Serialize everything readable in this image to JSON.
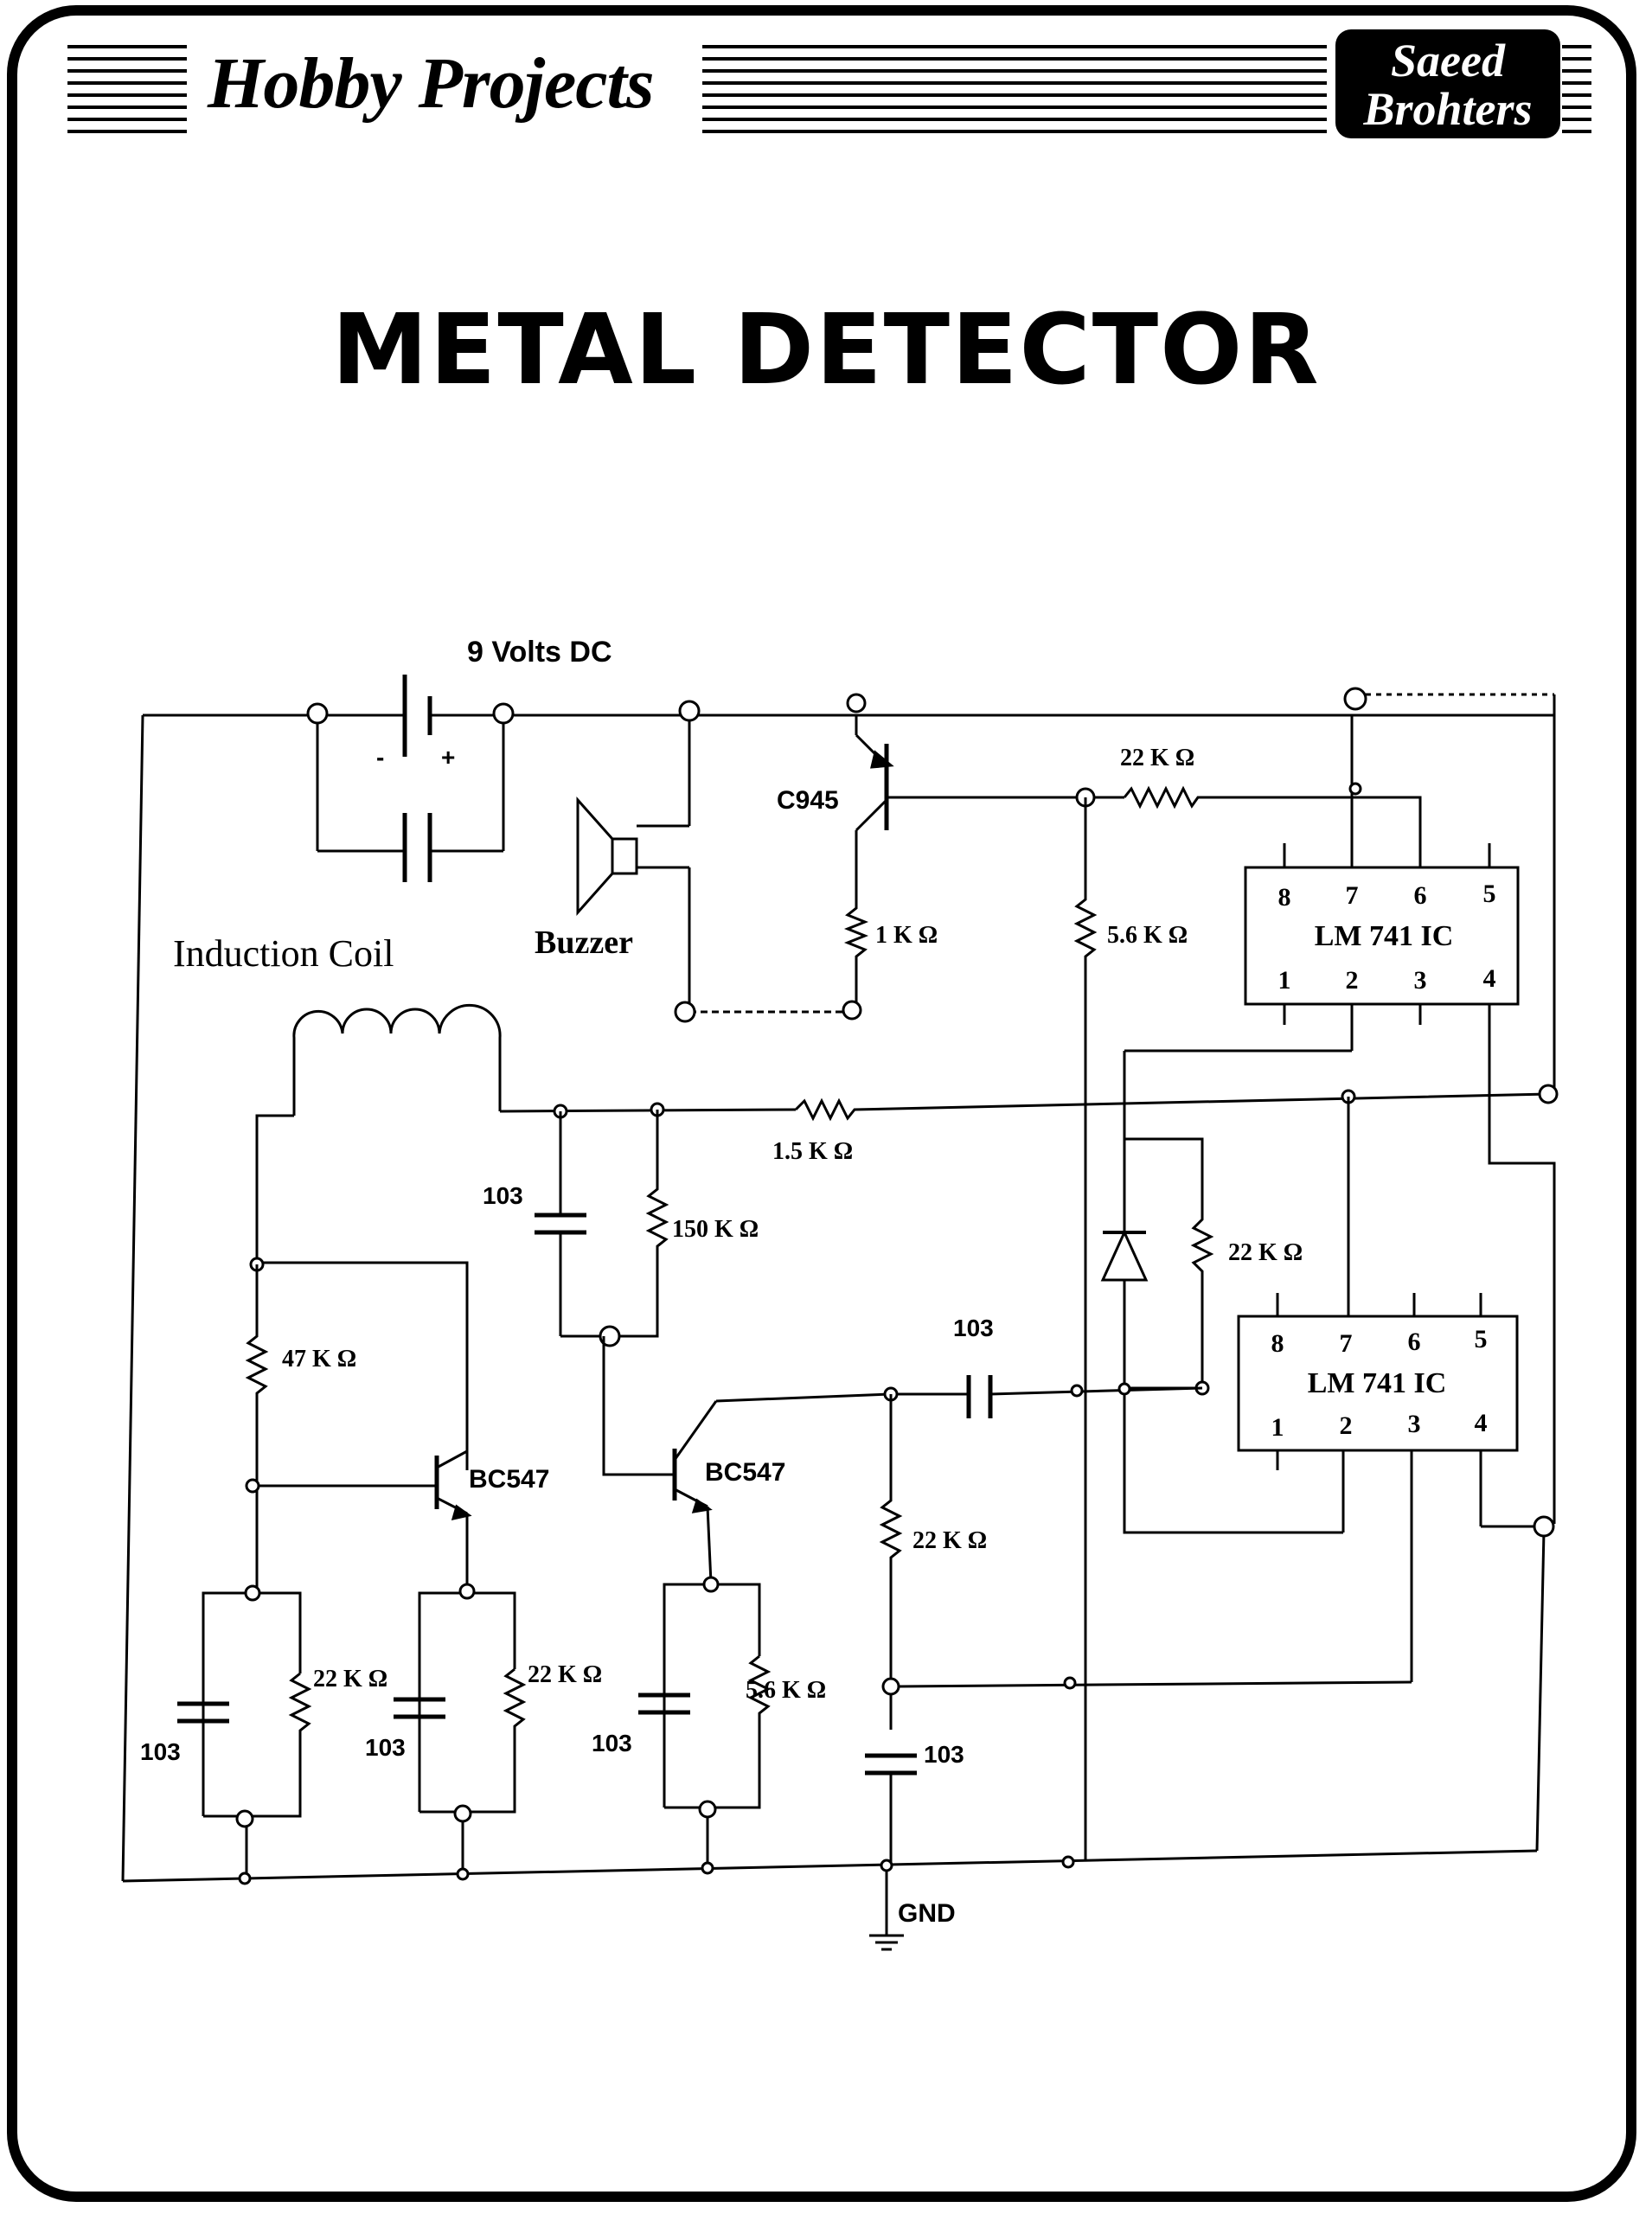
{
  "header": {
    "title": "Hobby Projects",
    "publisher_line1": "Saeed",
    "publisher_line2": "Brohters"
  },
  "main_title": "METAL DETECTOR",
  "circuit": {
    "supply_label": "9 Volts DC",
    "minus_sign": "-",
    "plus_sign": "+",
    "buzzer_label": "Buzzer",
    "coil_label": "Induction Coil",
    "transistor_c945": "C945",
    "transistor_bc547_1": "BC547",
    "transistor_bc547_2": "BC547",
    "r_1k": "1 K Ω",
    "r_5_6k_top": "5.6 K Ω",
    "r_22k_top": "22 K Ω",
    "r_1_5k": "1.5 K Ω",
    "r_150k": "150 K Ω",
    "r_47k": "47 K Ω",
    "r_22k_feedback": "22 K Ω",
    "r_22k_mid": "22 K Ω",
    "r_22k_a": "22 K Ω",
    "r_22k_b": "22 K Ω",
    "r_5_6k_bottom": "5.6 K Ω",
    "cap_103_a": "103",
    "cap_103_b": "103",
    "cap_103_c": "103",
    "cap_103_d": "103",
    "cap_103_e": "103",
    "cap_103_f": "103",
    "gnd_label": "GND",
    "ic_top": {
      "name": "LM 741 IC",
      "pins_top": [
        "8",
        "7",
        "6",
        "5"
      ],
      "pins_bottom": [
        "1",
        "2",
        "3",
        "4"
      ]
    },
    "ic_bottom": {
      "name": "LM 741 IC",
      "pins_top": [
        "8",
        "7",
        "6",
        "5"
      ],
      "pins_bottom": [
        "1",
        "2",
        "3",
        "4"
      ]
    }
  }
}
